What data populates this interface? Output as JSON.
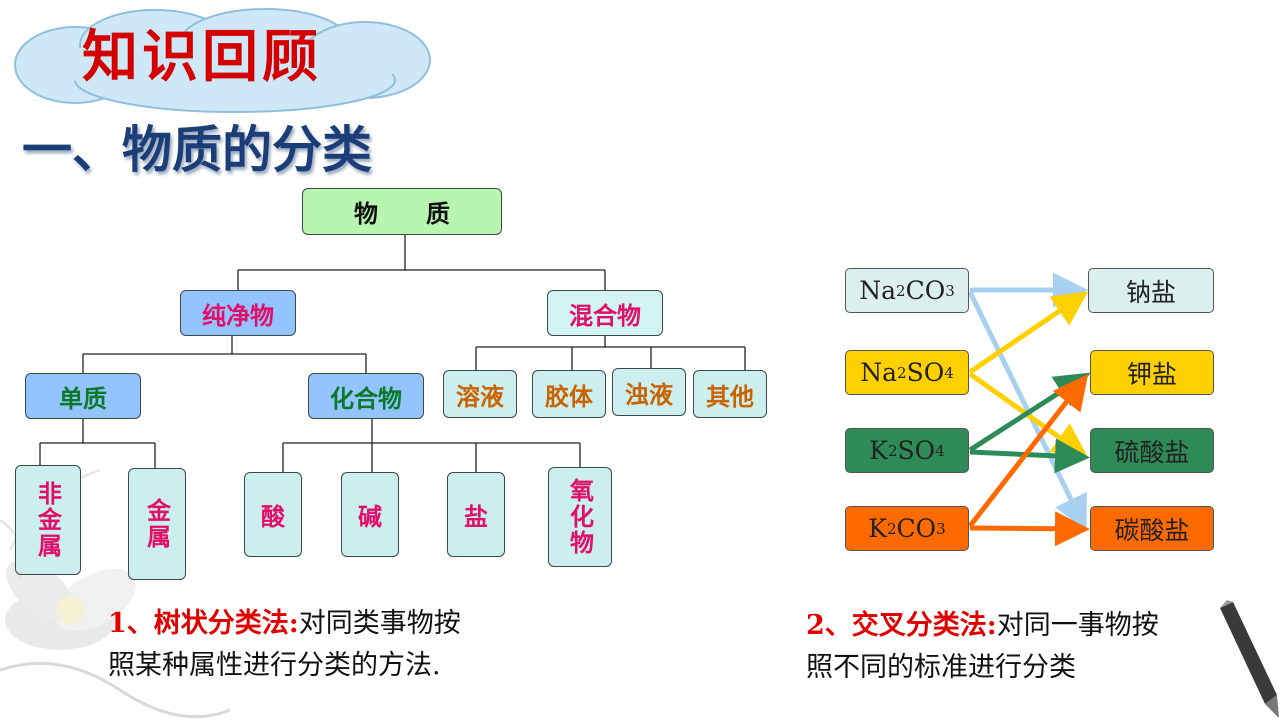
{
  "banner_title": "知识回顾",
  "section_title": "一、物质的分类",
  "tree": {
    "root": "物　　质",
    "pure": "纯净物",
    "mixture": "混合物",
    "element": "单质",
    "compound": "化合物",
    "nonmetal": "非金属",
    "metal": "金属",
    "acid": "酸",
    "base": "碱",
    "salt": "盐",
    "oxide": "氧化物",
    "solution": "溶液",
    "colloid": "胶体",
    "suspension": "浊液",
    "other": "其他"
  },
  "cross": {
    "left": [
      {
        "base": "Na",
        "s1": "2",
        "mid": "CO",
        "s2": "3"
      },
      {
        "base": "Na",
        "s1": "2",
        "mid": "SO",
        "s2": "4"
      },
      {
        "base": "K",
        "s1": "2",
        "mid": "SO",
        "s2": "4"
      },
      {
        "base": "K",
        "s1": "2",
        "mid": "CO",
        "s2": "3"
      }
    ],
    "right": [
      "钠盐",
      "钾盐",
      "硫酸盐",
      "碳酸盐"
    ]
  },
  "colors": {
    "na2co3": "#a8d0f0",
    "na2so4": "#ffd000",
    "k2so4": "#2e8b57",
    "k2co3": "#ff6a00",
    "tree_green": "#b8f5b0",
    "tree_blue": "#94c4ff",
    "tree_teal": "#d4f4f4",
    "tree_cyan": "#cdeeee"
  },
  "method1": {
    "label": "1、树状分类法:",
    "line1": "对同类事物按",
    "line2": "照某种属性进行分类的方法."
  },
  "method2": {
    "label": "2、交叉分类法:",
    "line1": "对同一事物按",
    "line2": "照不同的标准进行分类"
  }
}
